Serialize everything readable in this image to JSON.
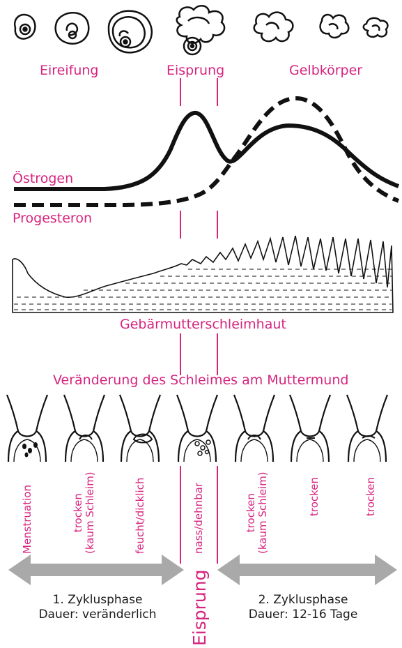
{
  "stages": {
    "eireifung": "Eireifung",
    "eisprung": "Eisprung",
    "gelbkoerper": "Gelbkörper"
  },
  "hormones": {
    "oestrogen": "Östrogen",
    "progesteron": "Progesteron"
  },
  "endometrium_label": "Gebärmutterschleimhaut",
  "mucus_title": "Veränderung des Schleimes am Muttermund",
  "mucus_states": [
    "Menstruation",
    "trocken\n(kaum Schleim)",
    "feucht/dicklich",
    "nass/dehnbar",
    "trocken\n(kaum Schleim)",
    "trocken",
    "trocken"
  ],
  "phase1": {
    "line1": "1. Zyklusphase",
    "line2": "Dauer: veränderlich"
  },
  "phase2": {
    "line1": "2. Zyklusphase",
    "line2": "Dauer: 12-16 Tage"
  },
  "ovulation_big": "Eisprung",
  "colors": {
    "accent": "#d6247f",
    "ink": "#111111",
    "arrow": "#a9a9a9"
  }
}
